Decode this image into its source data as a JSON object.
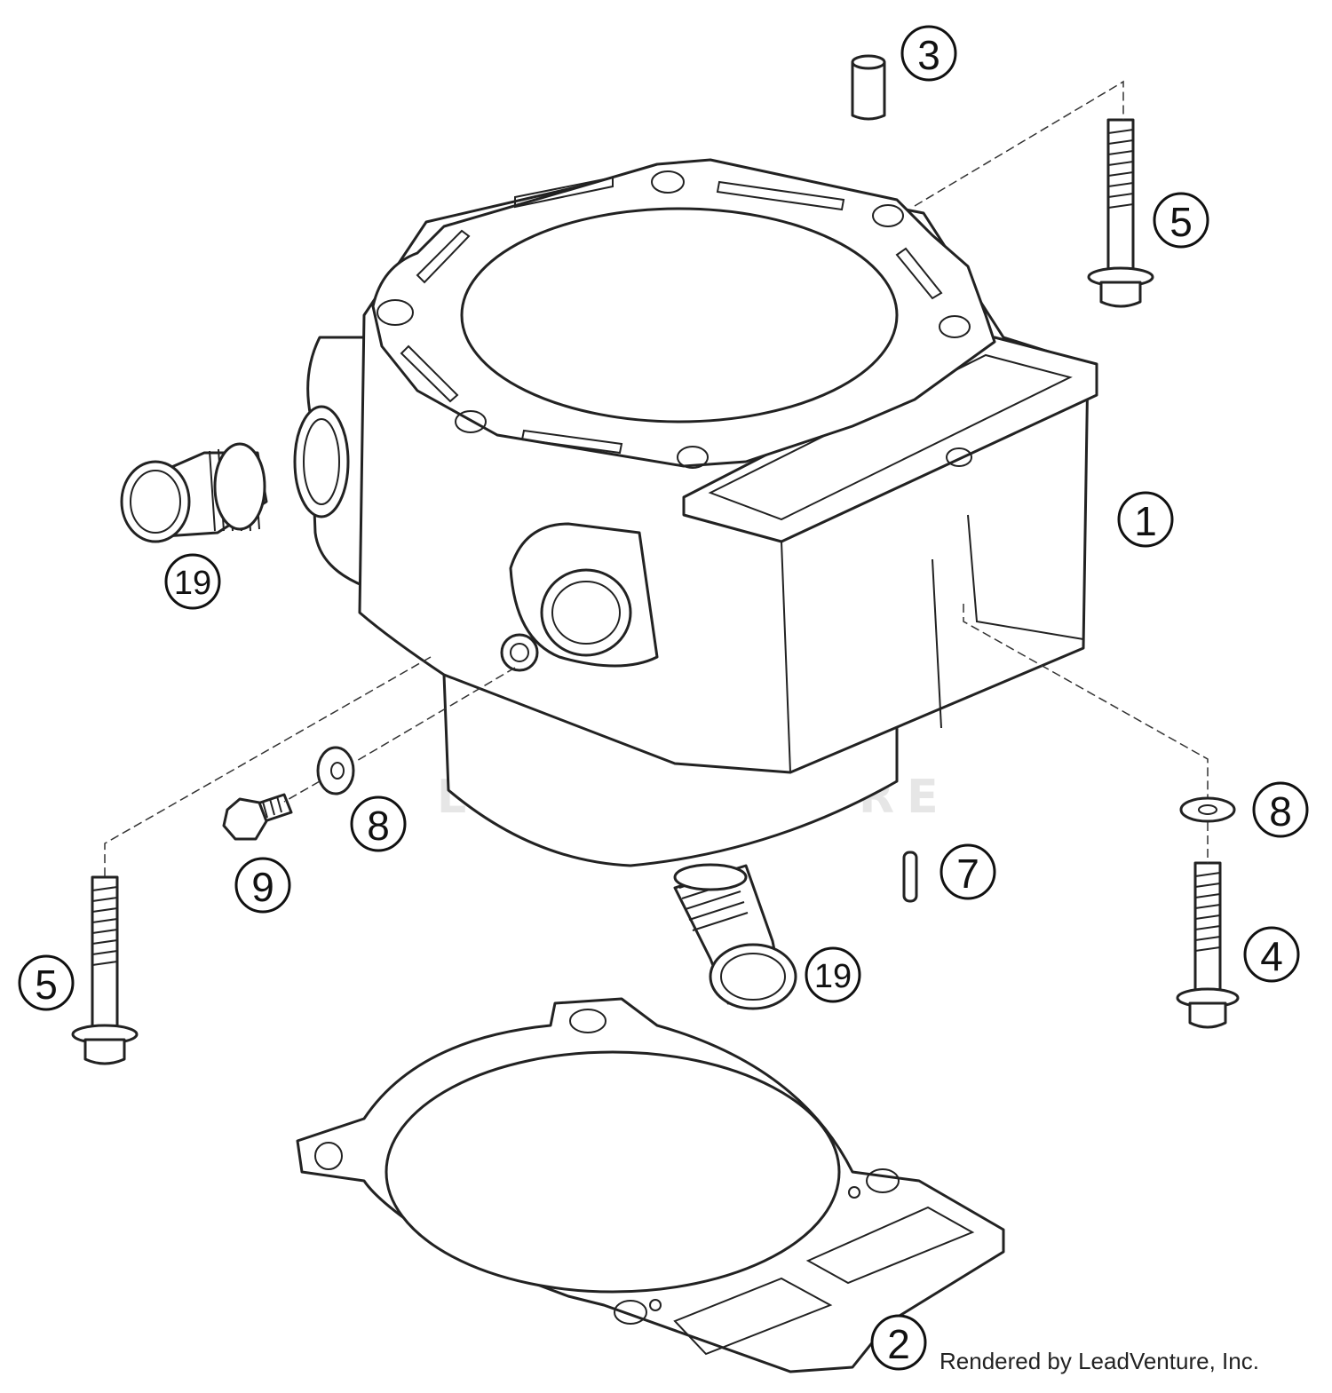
{
  "watermark": "LEADVENTURE",
  "credit": "Rendered by LeadVenture, Inc.",
  "colors": {
    "line": "#222222",
    "background": "#ffffff",
    "watermark": "#e6e6e6"
  },
  "callouts": {
    "c1": "1",
    "c2": "2",
    "c3": "3",
    "c4": "4",
    "c5a": "5",
    "c5b": "5",
    "c7": "7",
    "c8a": "8",
    "c8b": "8",
    "c9": "9",
    "c19a": "19",
    "c19b": "19"
  }
}
